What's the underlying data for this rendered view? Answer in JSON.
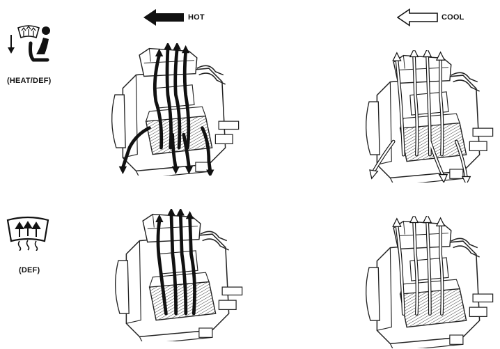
{
  "legend": {
    "hot": {
      "label": "HOT",
      "color": "#111111"
    },
    "cool": {
      "label": "COOL",
      "color": "#ffffff"
    }
  },
  "modes": [
    {
      "label": "(HEAT/DEF)",
      "icon": "seat-occupant-defrost-icon"
    },
    {
      "label": "(DEF)",
      "icon": "windshield-defrost-icon"
    }
  ],
  "panels": [
    {
      "mode": "HEAT/DEF",
      "flow": "HOT"
    },
    {
      "mode": "HEAT/DEF",
      "flow": "COOL"
    },
    {
      "mode": "DEF",
      "flow": "HOT"
    },
    {
      "mode": "DEF",
      "flow": "COOL"
    }
  ]
}
